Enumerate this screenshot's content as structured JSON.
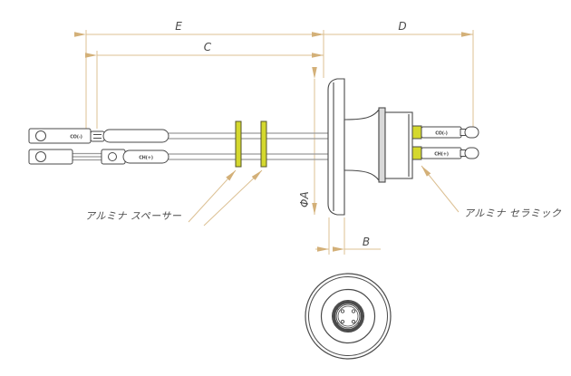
{
  "dimensions": {
    "E": "E",
    "C": "C",
    "D": "D",
    "phiA": "ΦA",
    "B": "B"
  },
  "labels": {
    "alumina_spacer": "アルミナ スペーサー",
    "alumina_ceramic": "アルミナ セラミック"
  },
  "conductors": {
    "negative": "CO(-)",
    "positive": "CH(+)"
  },
  "colors": {
    "line": "#4a4a4a",
    "dimension_line": "#dcc093",
    "spacer": "#d4d82e",
    "ceramic": "#d4d82e",
    "wire": "#9a9a9a",
    "weld_lip": "#d9d9d9"
  }
}
